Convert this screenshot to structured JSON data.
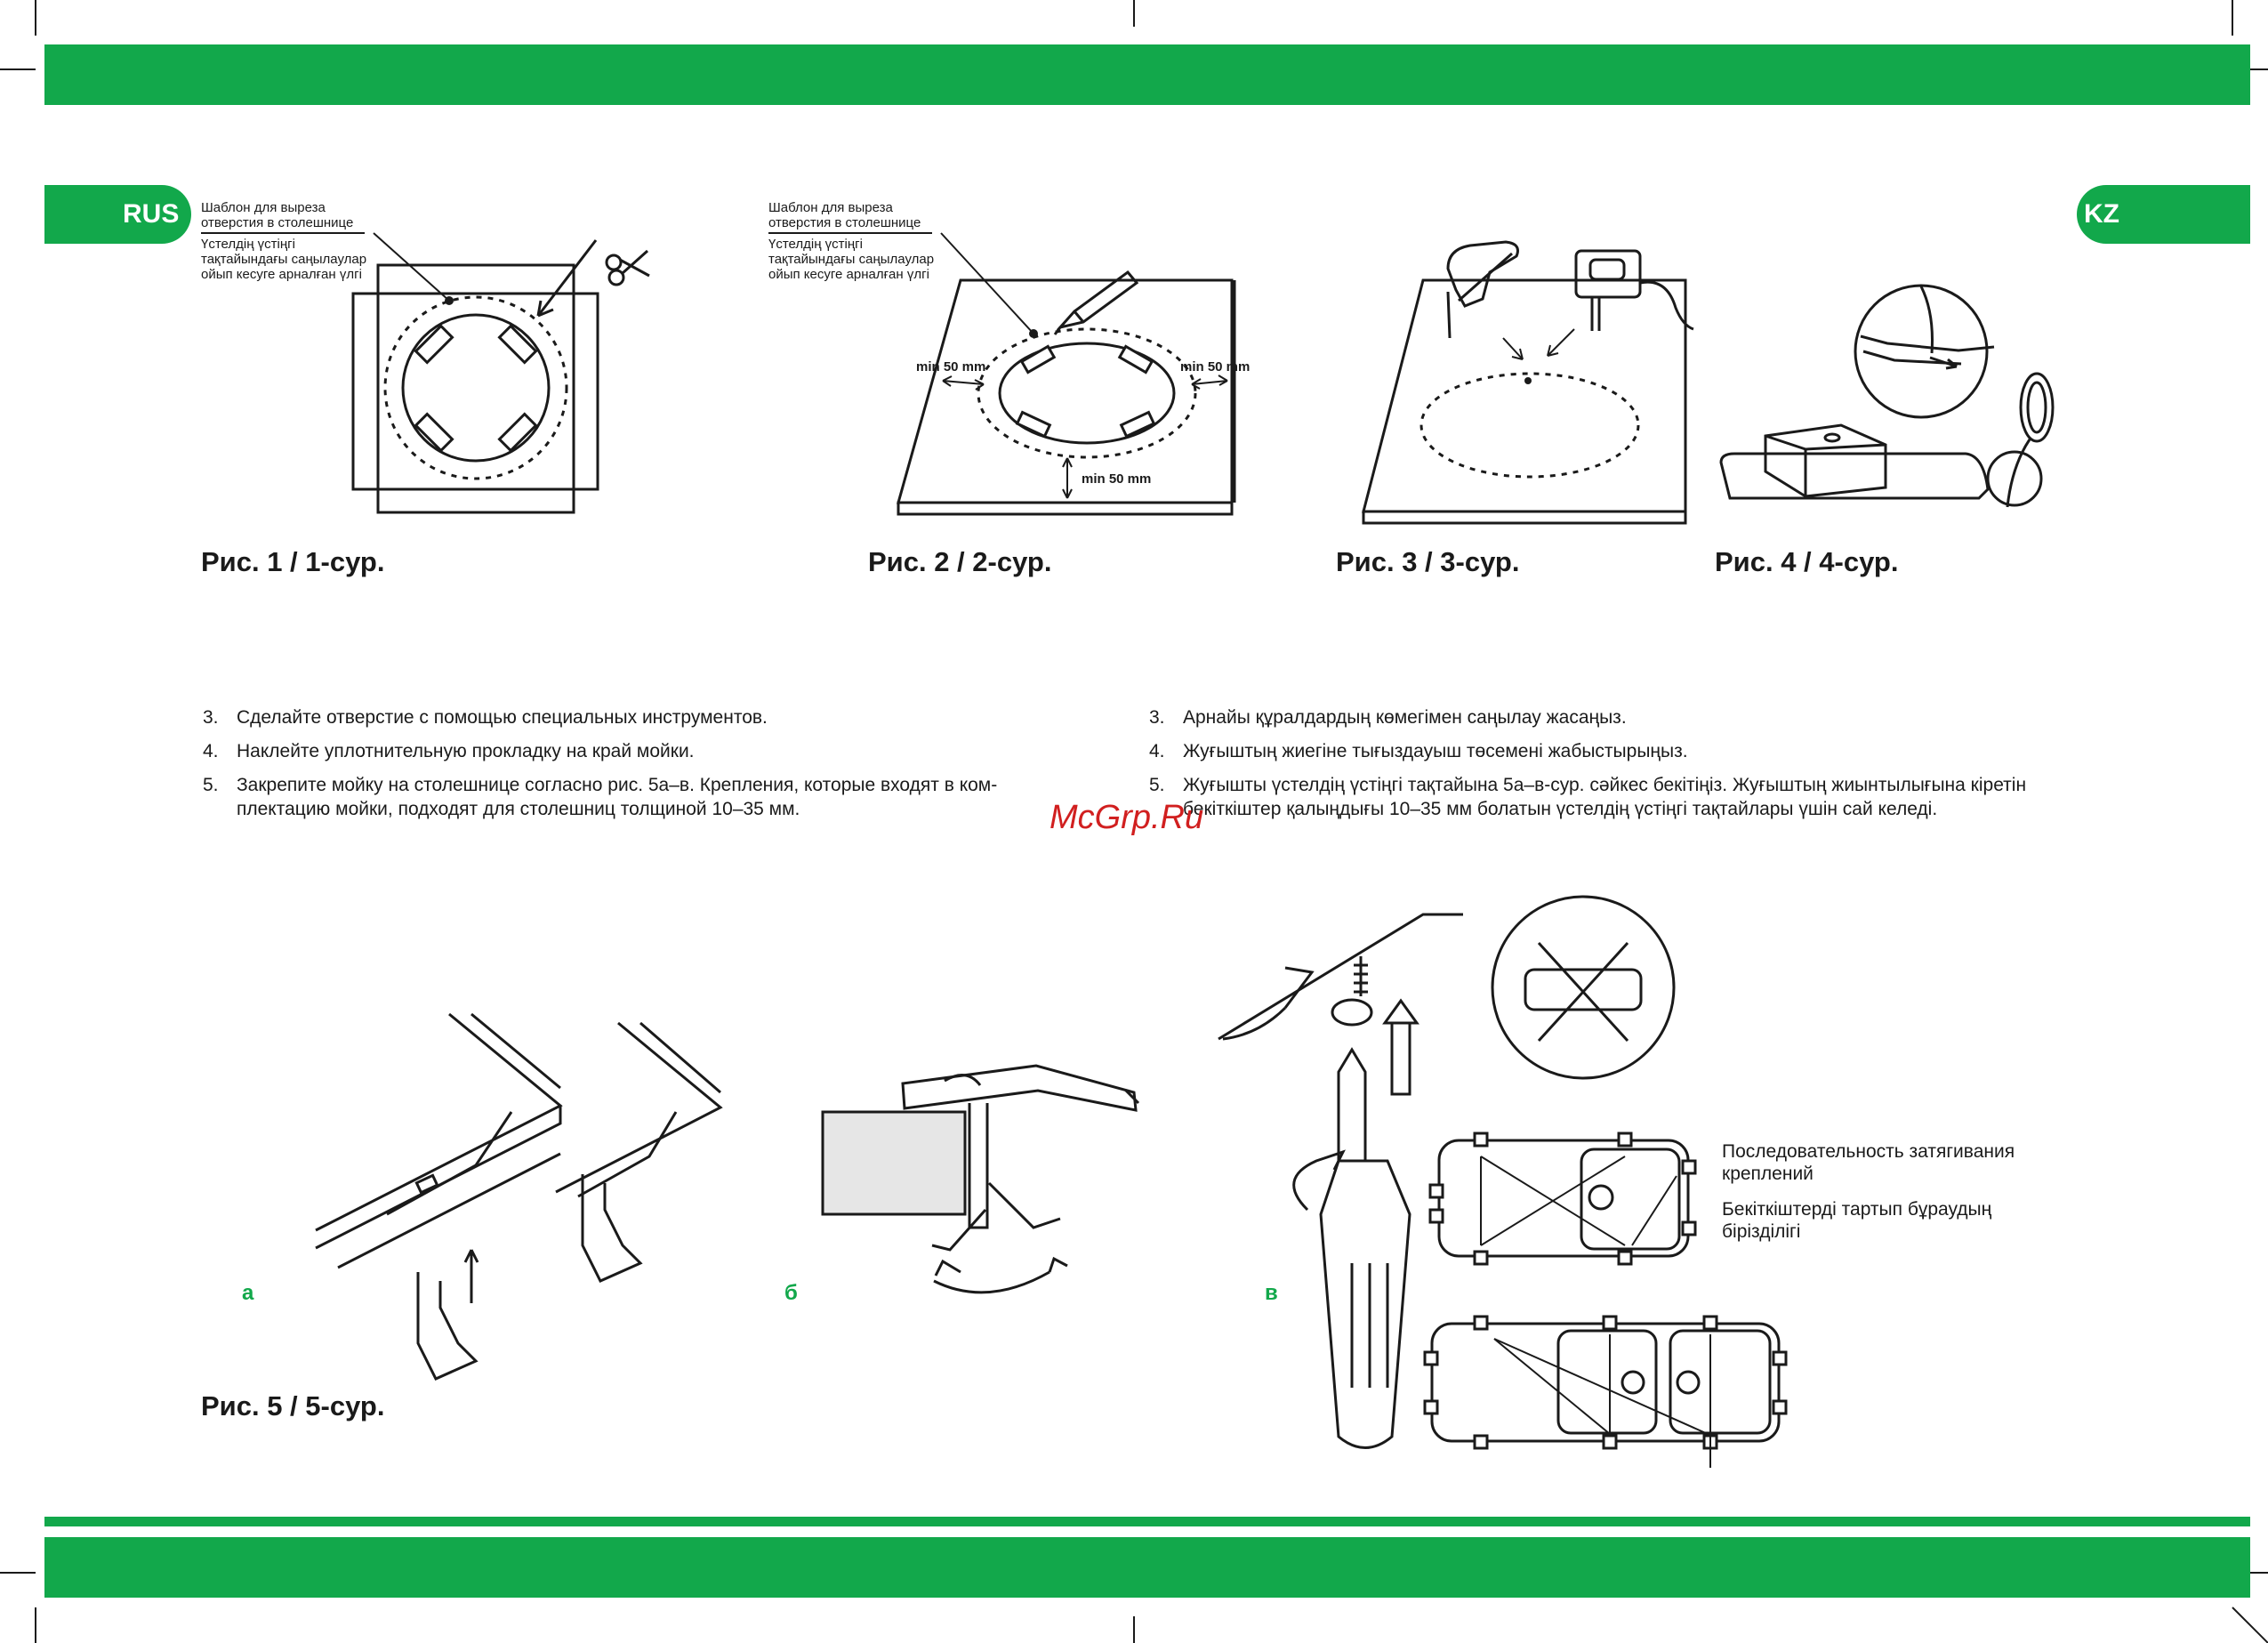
{
  "header": {
    "lang_left": "RUS",
    "lang_right": "KZ"
  },
  "figures": {
    "fig1": {
      "caption": "Рис. 1 / 1-сур.",
      "label_ru": "Шаблон для выреза\nотверстия в столешнице",
      "label_kz": "Үстелдің үстіңгі\nтақтайындағы саңылаулар\nойып кесуге арналған үлгі"
    },
    "fig2": {
      "caption": "Рис. 2 / 2-сур.",
      "label_ru": "Шаблон для выреза\nотверстия в столешнице",
      "label_kz": "Үстелдің үстіңгі\nтақтайындағы саңылаулар\nойып кесуге арналған үлгі",
      "dim_left": "min 50 mm",
      "dim_right": "min 50 mm",
      "dim_bottom": "min 50 mm"
    },
    "fig3": {
      "caption": "Рис. 3 / 3-сур."
    },
    "fig4": {
      "caption": "Рис. 4 / 4-сур."
    },
    "fig5": {
      "caption": "Рис. 5 / 5-сур.",
      "sub_a": "а",
      "sub_b": "б",
      "sub_v": "в",
      "sequence_ru": "Последовательность затягивания креплений",
      "sequence_kz": "Бекіткіштерді тартып бұраудың бірізділігі"
    }
  },
  "steps_ru": [
    {
      "num": "3.",
      "text": "Сделайте отверстие с помощью специальных инструментов."
    },
    {
      "num": "4.",
      "text": "Наклейте уплотнительную прокладку на край мойки."
    },
    {
      "num": "5.",
      "text": "Закрепите мойку на столешнице согласно рис. 5а–в. Крепления, которые входят в ком-\nплектацию мойки, подходят для столешниц толщиной 10–35 мм."
    }
  ],
  "steps_kz": [
    {
      "num": "3.",
      "text": "Арнайы құралдардың көмегімен саңылау жасаңыз."
    },
    {
      "num": "4.",
      "text": "Жуғыштың жиегіне тығыздауыш төсемені жабыстырыңыз."
    },
    {
      "num": "5.",
      "text": "Жуғышты үстелдің үстіңгі тақтайына 5а–в-сур. сәйкес бекітіңіз. Жуғыштың жиынтылығына кіретін бекіткіштер қалыңдығы 10–35 мм болатын үстелдің үстіңгі тақтайлары үшін сай келеді."
    }
  ],
  "watermark": "McGrp.Ru",
  "colors": {
    "brand_green": "#12a84b",
    "watermark_red": "#d11f1f",
    "ink": "#1a1a1a"
  }
}
